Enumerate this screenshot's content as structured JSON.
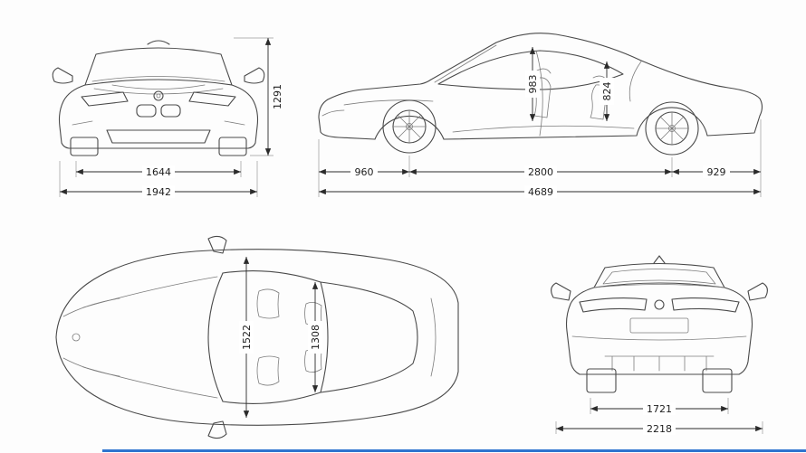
{
  "colors": {
    "background": "#fdfdfd",
    "outline": "#4a4a4a",
    "detail": "#7d7d7d",
    "dimension": "#2b2b2b",
    "accent_line": "#2e75cf"
  },
  "views": {
    "front": {
      "height_mm": "1291",
      "track_mm": "1644",
      "width_mm": "1942"
    },
    "side": {
      "front_headroom_mm": "983",
      "rear_headroom_mm": "824",
      "front_overhang_mm": "960",
      "wheelbase_mm": "2800",
      "rear_overhang_mm": "929",
      "length_mm": "4689"
    },
    "top": {
      "front_width_mm": "1522",
      "rear_width_mm": "1308"
    },
    "rear": {
      "track_mm": "1721",
      "width_mm": "2218"
    }
  }
}
